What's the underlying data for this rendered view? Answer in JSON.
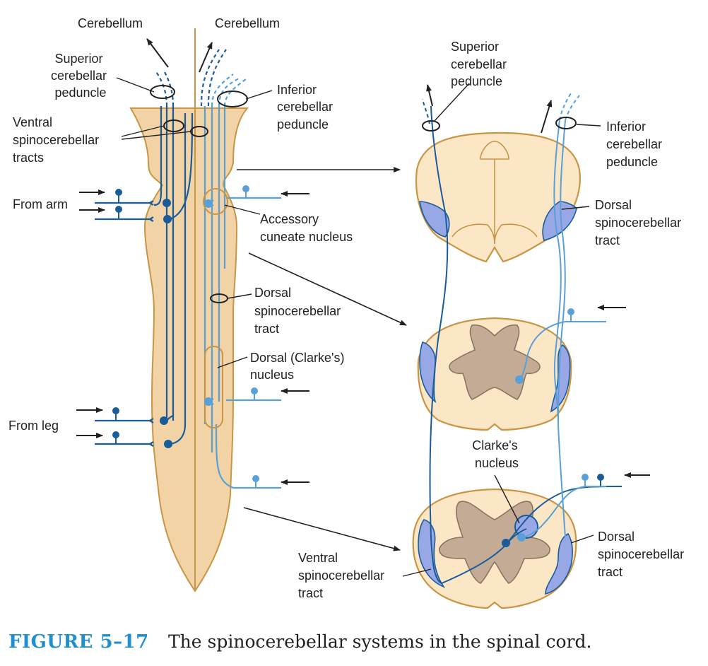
{
  "figure": {
    "number": "FIGURE 5–17",
    "caption": "The spinocerebellar systems in the spinal cord."
  },
  "labels": {
    "cerebellum_left": "Cerebellum",
    "cerebellum_right": "Cerebellum",
    "superior_peduncle_left": [
      "Superior",
      "cerebellar",
      "peduncle"
    ],
    "inferior_peduncle_left": [
      "Inferior",
      "cerebellar",
      "peduncle"
    ],
    "ventral_tracts": [
      "Ventral",
      "spinocerebellar",
      "tracts"
    ],
    "from_arm": "From arm",
    "from_leg": "From leg",
    "accessory_cuneate": [
      "Accessory",
      "cuneate nucleus"
    ],
    "dorsal_tract_left": [
      "Dorsal",
      "spinocerebellar",
      "tract"
    ],
    "clarkes_nucleus_left": [
      "Dorsal (Clarke's)",
      "nucleus"
    ],
    "superior_peduncle_right": [
      "Superior",
      "cerebellar",
      "peduncle"
    ],
    "inferior_peduncle_right": [
      "Inferior",
      "cerebellar",
      "peduncle"
    ],
    "dorsal_tract_right_top": [
      "Dorsal",
      "spinocerebellar",
      "tract"
    ],
    "clarkes_nucleus_right": [
      "Clarke's",
      "nucleus"
    ],
    "ventral_tract_right": [
      "Ventral",
      "spinocerebellar",
      "tract"
    ],
    "dorsal_tract_right_bottom": [
      "Dorsal",
      "spinocerebellar",
      "tract"
    ]
  },
  "colors": {
    "cord_fill": "#f2d3a6",
    "cord_edge": "#c99545",
    "gray_matter": "#c4ab95",
    "tract_area": "#98a8e6",
    "ventral_fiber": "#1a5c9a",
    "dorsal_fiber": "#5aa0d8",
    "caption_blue": "#1f8fcf"
  }
}
